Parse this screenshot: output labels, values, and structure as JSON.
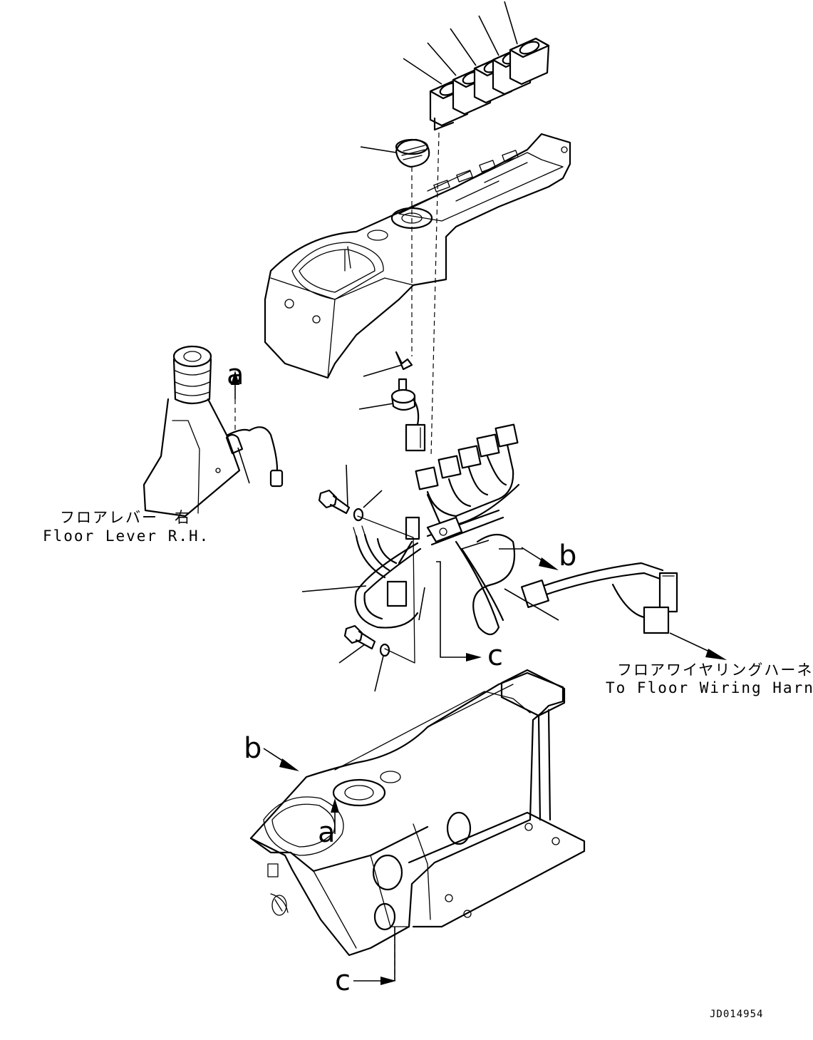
{
  "labels": {
    "arrow_a_upper": "a",
    "arrow_a_lower": "a",
    "arrow_b_upper": "b",
    "arrow_b_lower": "b",
    "arrow_c_upper": "c",
    "arrow_c_lower": "c"
  },
  "captions": {
    "floor_lever_jp": "フロアレバー　右",
    "floor_lever_en": "Floor Lever R.H.",
    "floor_harness_jp": "フロアワイヤリングハーネスへ",
    "floor_harness_en": "To Floor Wiring Harness"
  },
  "document_id": "JD014954"
}
